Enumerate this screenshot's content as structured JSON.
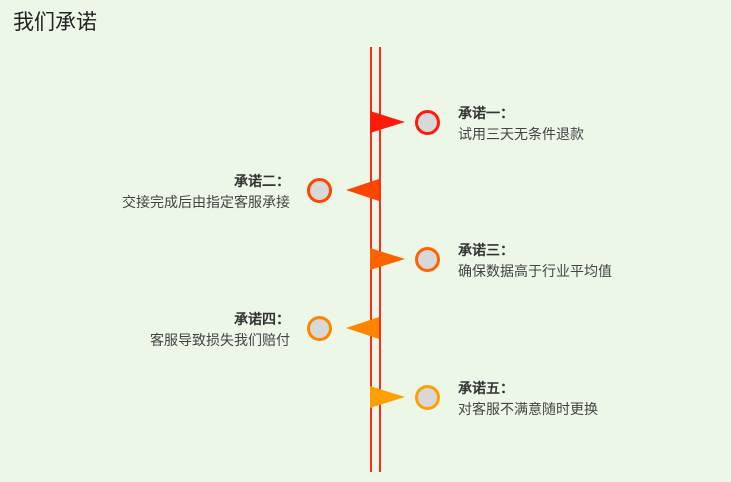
{
  "title": "我们承诺",
  "line_color": "#ff2a1a",
  "items": [
    {
      "heading": "承诺一：",
      "text": "试用三天无条件退款",
      "color": "#ff1a0a",
      "side": "right"
    },
    {
      "heading": "承诺二：",
      "text": "交接完成后由指定客服承接",
      "color": "#ff4500",
      "side": "left"
    },
    {
      "heading": "承诺三：",
      "text": "确保数据高于行业平均值",
      "color": "#ff6300",
      "side": "right"
    },
    {
      "heading": "承诺四：",
      "text": "客服导致损失我们赔付",
      "color": "#ff8400",
      "side": "left"
    },
    {
      "heading": "承诺五：",
      "text": "对客服不满意随时更换",
      "color": "#ffa000",
      "side": "right"
    }
  ]
}
